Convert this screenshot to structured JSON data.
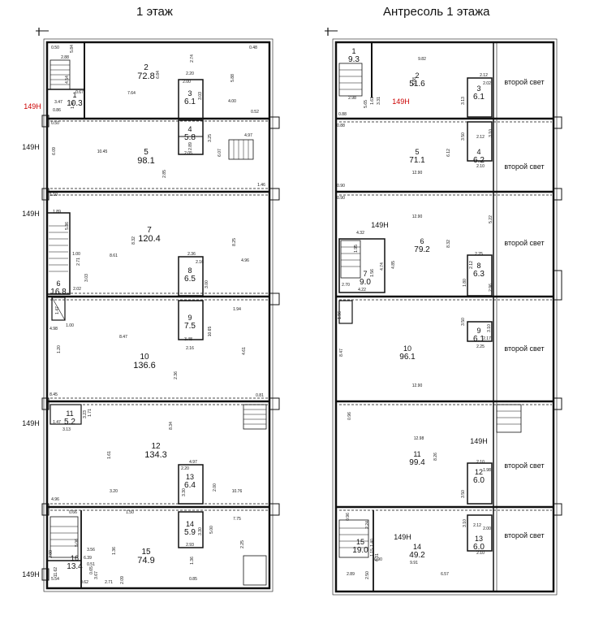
{
  "titles": {
    "floor1": "1 этаж",
    "mezzanine": "Антресоль 1 этажа"
  },
  "floor1": {
    "rooms": [
      {
        "id": "1",
        "area": "10.3"
      },
      {
        "id": "2",
        "area": "72.8"
      },
      {
        "id": "3",
        "area": "6.1"
      },
      {
        "id": "4",
        "area": "5.8"
      },
      {
        "id": "5",
        "area": "98.1"
      },
      {
        "id": "6",
        "area": "16.8"
      },
      {
        "id": "7",
        "area": "120.4"
      },
      {
        "id": "8",
        "area": "6.5"
      },
      {
        "id": "9",
        "area": "7.5"
      },
      {
        "id": "10",
        "area": "136.6"
      },
      {
        "id": "11",
        "area": "5.2"
      },
      {
        "id": "12",
        "area": "134.3"
      },
      {
        "id": "13",
        "area": "6.4"
      },
      {
        "id": "14",
        "area": "5.9"
      },
      {
        "id": "15",
        "area": "74.9"
      },
      {
        "id": "16",
        "area": "13.4"
      }
    ],
    "dims": [
      "0.50",
      "5.84",
      "2.88",
      "0.48",
      "2.74",
      "5.88",
      "7.64",
      "6.84",
      "3.47",
      "0.86",
      "1.46",
      "0.67",
      "4.54",
      "2.20",
      "2.00",
      "3.03",
      "4.00",
      "0.52",
      "0.50",
      "6.09",
      "10.45",
      "2.05",
      "2.89",
      "3.25",
      "6.07",
      "4.97",
      "2.85",
      "1.46",
      "1.10",
      "1.89",
      "5.36",
      "8.61",
      "8.32",
      "8.25",
      "4.96",
      "2.36",
      "2.16",
      "3.00",
      "1.00",
      "2.71",
      "3.03",
      "2.02",
      "1.47",
      "1.94",
      "4.98",
      "1.00",
      "1.20",
      "8.47",
      "10.65",
      "3.48",
      "2.16",
      "2.36",
      "4.61",
      "8.45",
      "0.81",
      "1.47",
      "3.13",
      "3.23",
      "1.71",
      "1.61",
      "8.34",
      "4.97",
      "2.20",
      "2.00",
      "3.30",
      "3.20",
      "10.76",
      "4.96",
      "0.66",
      "1.50",
      "7.75",
      "5.00",
      "3.30",
      "2.93",
      "2.00",
      "5.06",
      "3.56",
      "1.36",
      "6.39",
      "1.36",
      "2.25",
      "5.54",
      "0.62",
      "3.67",
      "2.71",
      "2.09",
      "0.85",
      "11.62",
      "0.65",
      "0.51",
      "0.69",
      "1.80"
    ],
    "labels": {
      "room149": "149Н"
    }
  },
  "mezzanine": {
    "rooms": [
      {
        "id": "1",
        "area": "9.3"
      },
      {
        "id": "2",
        "area": "51.6"
      },
      {
        "id": "3",
        "area": "6.1"
      },
      {
        "id": "4",
        "area": "6.2"
      },
      {
        "id": "5",
        "area": "71.1"
      },
      {
        "id": "6",
        "area": "79.2"
      },
      {
        "id": "7",
        "area": "9.0"
      },
      {
        "id": "8",
        "area": "6.3"
      },
      {
        "id": "9",
        "area": "6.1"
      },
      {
        "id": "10",
        "area": "96.1"
      },
      {
        "id": "11",
        "area": "99.4"
      },
      {
        "id": "12",
        "area": "6.0"
      },
      {
        "id": "13",
        "area": "6.0"
      },
      {
        "id": "14",
        "area": "49.2"
      },
      {
        "id": "15",
        "area": "19.0"
      }
    ],
    "dims": [
      "9.82",
      "2.12",
      "2.02",
      "5.88",
      "3.13",
      "2.98",
      "5.65",
      "1.61",
      "3.31",
      "0.88",
      "0.88",
      "3.50",
      "3.10",
      "2.12",
      "6.12",
      "12.90",
      "2.10",
      "0.90",
      "0.90",
      "12.90",
      "4.32",
      "1.95",
      "8.32",
      "5.22",
      "2.25",
      "2.12",
      "2.70",
      "4.22",
      "1.56",
      "4.74",
      "4.85",
      "1.80",
      "2.96",
      "1.96",
      "3.50",
      "2.17",
      "3.10",
      "2.25",
      "8.47",
      "12.90",
      "0.96",
      "12.98",
      "8.26",
      "2.10",
      "1.98",
      "3.50",
      "0.96",
      "2.24",
      "3.10",
      "2.12",
      "2.00",
      "1.40",
      "6.31",
      "2.89",
      "2.50",
      "9.91",
      "6.57",
      "2.10",
      "1.15",
      "0.90"
    ],
    "labels": {
      "room149": "149Н",
      "second_light": "второй свет"
    }
  },
  "units": {
    "labels": [
      "149Н",
      "149Н",
      "149Н",
      "149Н",
      "149Н"
    ]
  }
}
